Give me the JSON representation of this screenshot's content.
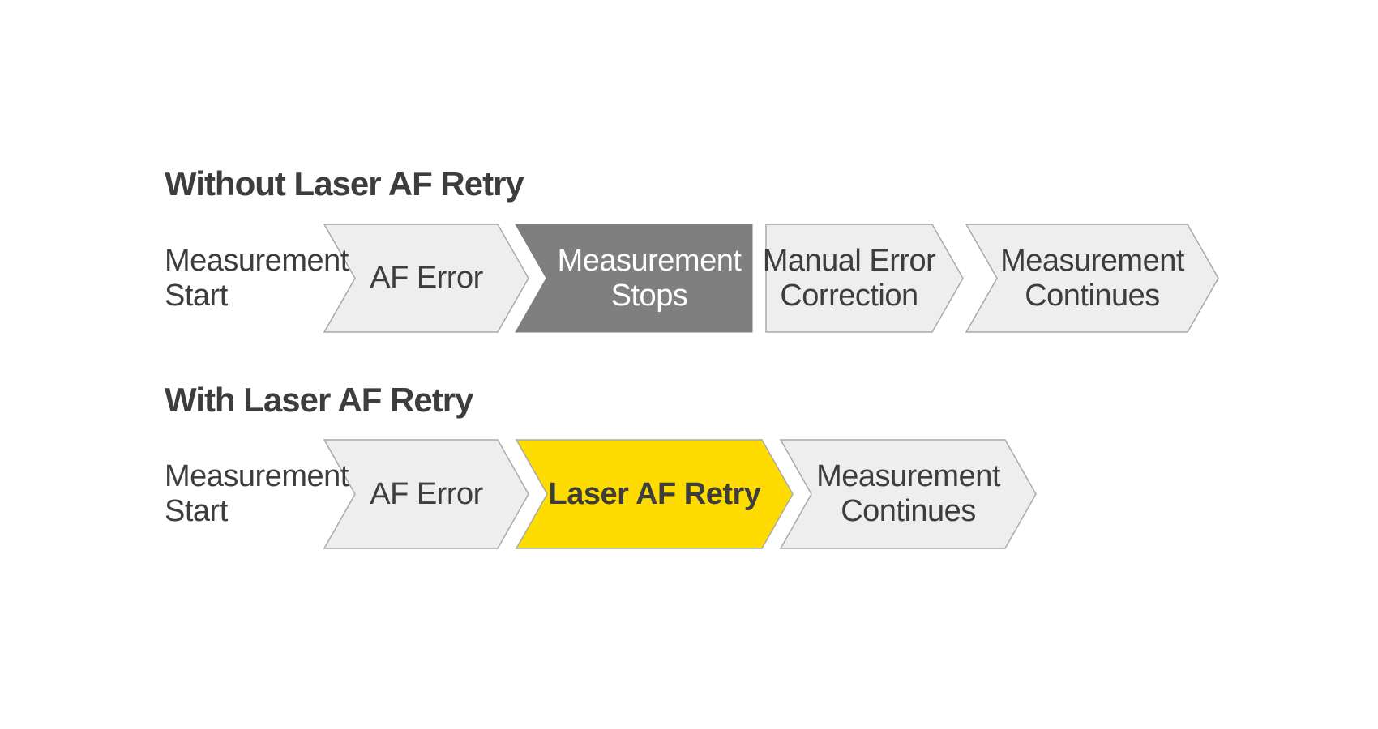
{
  "colors": {
    "light": "#eeeeee",
    "dark": "#7f7f7f",
    "yellow": "#ffdc00",
    "border": "#a9a9a9",
    "text": "#3d3d3d",
    "text_light": "#ffffff",
    "bg": "#ffffff"
  },
  "sections": [
    {
      "title": "Without Laser AF Retry",
      "start": [
        "Measurement",
        "Start"
      ],
      "steps": [
        {
          "variant": "light",
          "lines": [
            "AF Error"
          ]
        },
        {
          "variant": "dark",
          "lines": [
            "Measurement",
            "Stops"
          ]
        },
        {
          "variant": "light",
          "lines": [
            "Manual Error",
            "Correction"
          ]
        },
        {
          "variant": "light",
          "lines": [
            "Measurement",
            "Continues"
          ]
        }
      ]
    },
    {
      "title": "With Laser AF Retry",
      "start": [
        "Measurement",
        "Start"
      ],
      "steps": [
        {
          "variant": "light",
          "lines": [
            "AF Error"
          ]
        },
        {
          "variant": "yellow",
          "lines": [
            "Laser AF Retry"
          ]
        },
        {
          "variant": "light",
          "lines": [
            "Measurement",
            "Continues"
          ]
        }
      ]
    }
  ]
}
